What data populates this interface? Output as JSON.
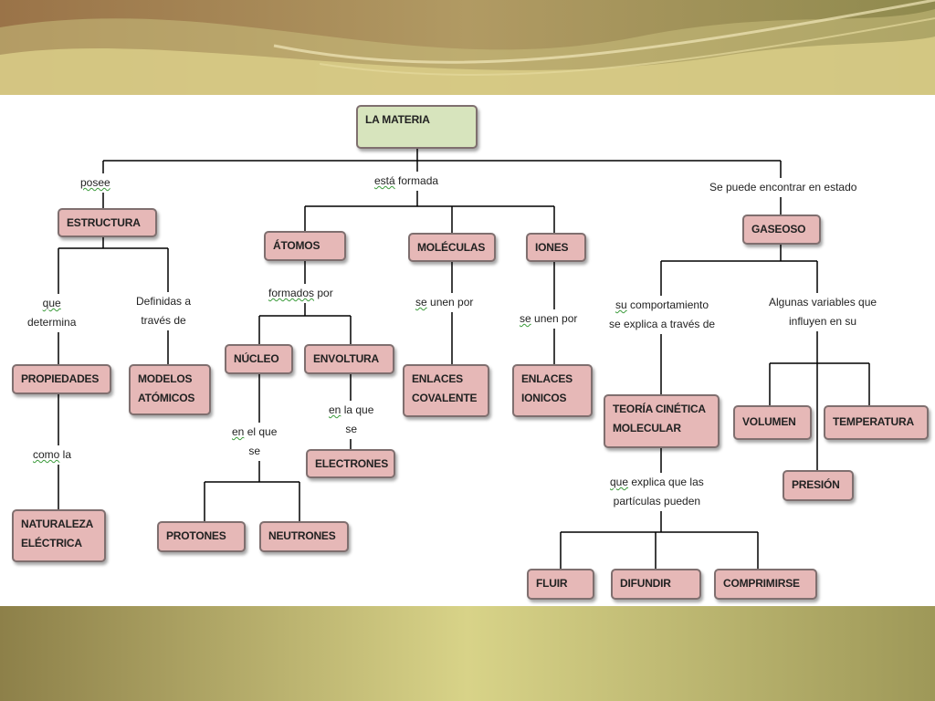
{
  "nodes": {
    "materia": "LA MATERIA",
    "estructura": "ESTRUCTURA",
    "atomos": "ÁTOMOS",
    "moleculas": "MOLÉCULAS",
    "iones": "IONES",
    "gaseoso": "GASEOSO",
    "propiedades": "PROPIEDADES",
    "modelos_1": "MODELOS",
    "modelos_2": "ATÓMICOS",
    "nucleo": "NÚCLEO",
    "envoltura": "ENVOLTURA",
    "enlaces_cov_1": "ENLACES",
    "enlaces_cov_2": "COVALENTE",
    "enlaces_ion_1": "ENLACES",
    "enlaces_ion_2": "IONICOS",
    "teoria_1": "TEORÍA CINÉTICA",
    "teoria_2": "MOLECULAR",
    "volumen": "VOLUMEN",
    "temperatura": "TEMPERATURA",
    "presion": "PRESIÓN",
    "electrones": "ELECTRONES",
    "naturaleza_1": "NATURALEZA",
    "naturaleza_2": "ELÉCTRICA",
    "protones": "PROTONES",
    "neutrones": "NEUTRONES",
    "fluir": "FLUIR",
    "difundir": "DIFUNDIR",
    "comprimirse": "COMPRIMIRSE"
  },
  "links": {
    "posee": "posee",
    "esta_1": "está",
    "esta_2": " formada",
    "encontrar": "Se puede encontrar en estado",
    "que_1": "que",
    "que_2": "determina",
    "definidas_1": "Definidas a",
    "definidas_2": "través de",
    "formados_1": "formados",
    "formados_2": " por",
    "se_unen_1a": "se",
    "se_unen_1b": " unen por",
    "se_unen_2a": "se",
    "se_unen_2b": " unen por",
    "su_comp_1a": "su",
    "su_comp_1b": " comportamiento",
    "su_comp_2": "se explica a través de",
    "algunas_1": "Algunas variables que",
    "algunas_2": "influyen en su",
    "en_la_1a": "en",
    "en_la_1b": " la que",
    "en_la_2": "se",
    "como_1": "como",
    "como_2": " la",
    "en_el_1a": "en",
    "en_el_1b": " el que",
    "en_el_2": "se",
    "que_explica_1a": "que",
    "que_explica_1b": " explica que las",
    "que_explica_2": "partículas pueden"
  },
  "colors": {
    "root_fill": "#d7e4bd",
    "node_fill": "#e6b8b7",
    "node_border": "#7f6f6f",
    "connector": "#000000",
    "spellcheck_underline": "#3a9a3a"
  }
}
